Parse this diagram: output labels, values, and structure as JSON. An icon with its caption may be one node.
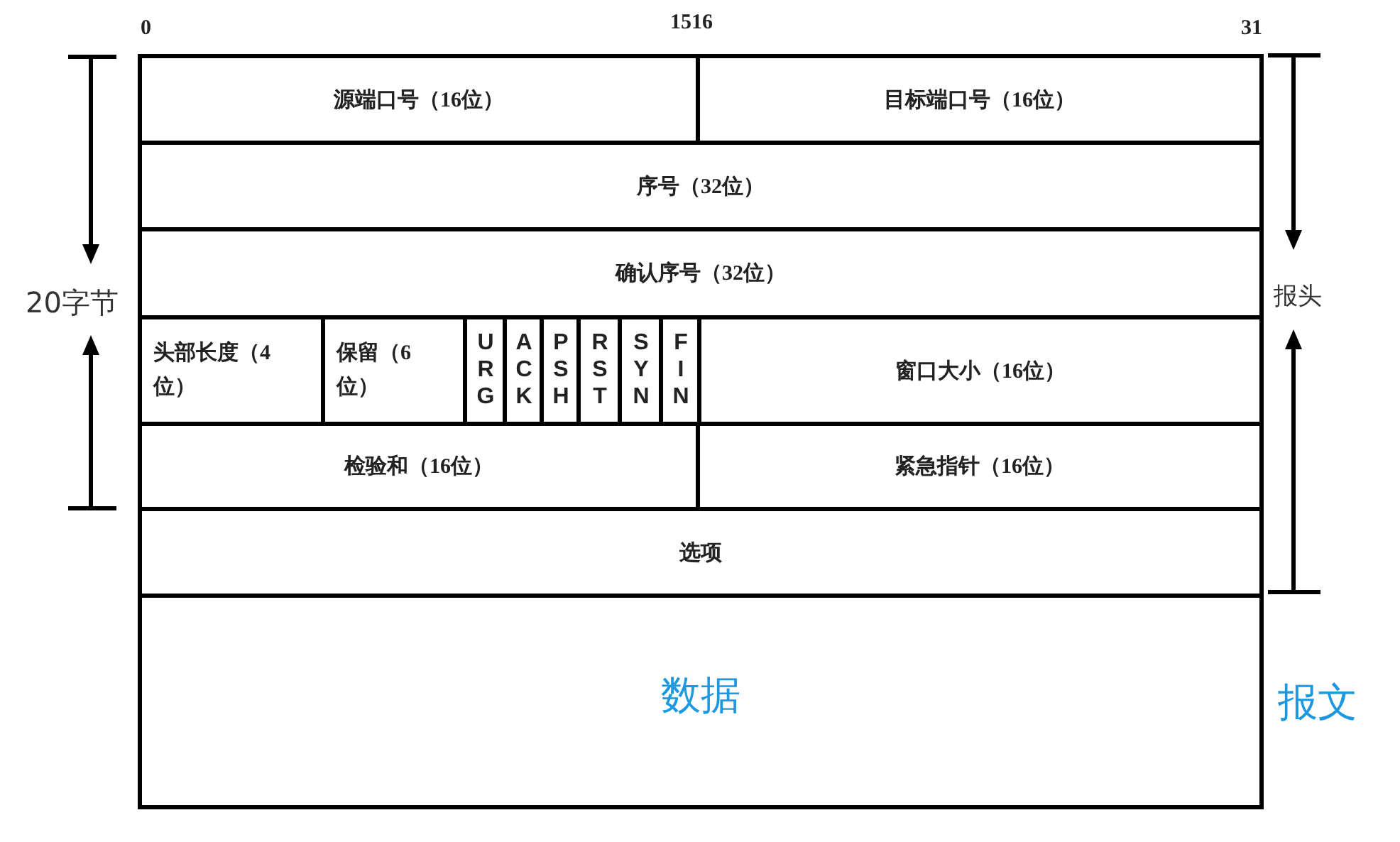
{
  "diagram": {
    "nodes": [
      {
        "text": [
          "源端口号（16位）"
        ]
      },
      {
        "text": [
          "目标端口号（16位）"
        ]
      },
      {
        "text": [
          "序号（32位）"
        ]
      },
      {
        "text": [
          "确认序号（32位）"
        ]
      },
      {
        "text": [
          "头部长度（4位）"
        ]
      },
      {
        "text": [
          "保留（6位）"
        ]
      },
      {
        "text": [
          "URG"
        ]
      },
      {
        "text": [
          "ACK"
        ]
      },
      {
        "text": [
          "PSH"
        ]
      },
      {
        "text": [
          "RST"
        ]
      },
      {
        "text": [
          "SYN"
        ]
      },
      {
        "text": [
          "FIN"
        ]
      },
      {
        "text": [
          "窗口大小（16位）"
        ]
      },
      {
        "text": [
          "检验和（16位）"
        ]
      },
      {
        "text": [
          "紧急指针（16位）"
        ]
      },
      {
        "text": [
          "选项"
        ]
      },
      {
        "text": [
          "数据"
        ]
      }
    ],
    "edges": [],
    "labels": [
      "0",
      "1516",
      "31",
      "20字节",
      "报头",
      "报文"
    ]
  }
}
